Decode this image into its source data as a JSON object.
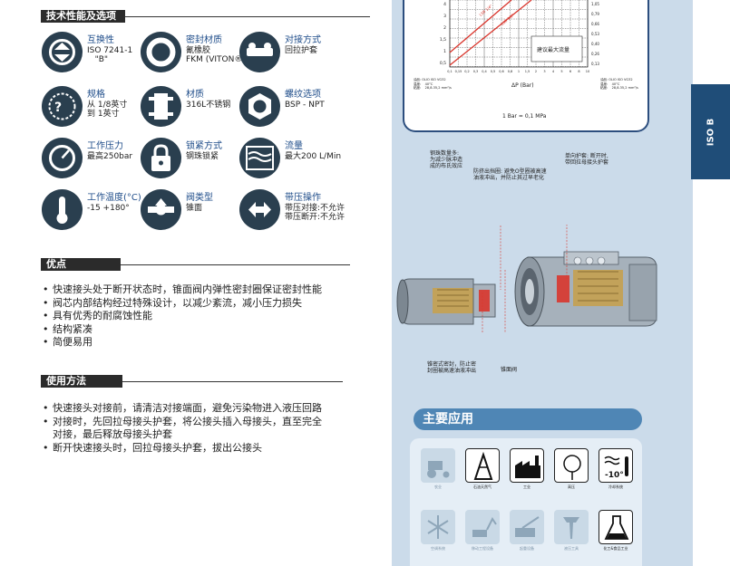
{
  "sections": {
    "specs_title": "技术性能及选项",
    "advantages_title": "优点",
    "usage_title": "使用方法"
  },
  "specs": [
    {
      "title": "互换性",
      "value": "ISO 7241-1\n   \"B\"",
      "icon": "interchange-icon"
    },
    {
      "title": "密封材质",
      "value": "氰橡胶\nFKM (VITON®)",
      "icon": "seal-ring-icon"
    },
    {
      "title": "对接方式",
      "value": "回拉护套",
      "icon": "hand-coupling-icon"
    },
    {
      "title": "规格",
      "value": "从 1/8英寸\n到 1英寸",
      "icon": "gauge-size-icon"
    },
    {
      "title": "材质",
      "value": "316L不锈钢",
      "icon": "material-icon"
    },
    {
      "title": "螺纹选项",
      "value": "BSP - NPT",
      "icon": "thread-icon"
    },
    {
      "title": "工作压力",
      "value": "最高250bar",
      "icon": "pressure-gauge-icon"
    },
    {
      "title": "锁紧方式",
      "value": "钢珠锁紧",
      "icon": "lock-icon"
    },
    {
      "title": "流量",
      "value": "最大200 L/Min",
      "icon": "flow-icon"
    },
    {
      "title": "工作温度(°C)",
      "value": "-15 +180°",
      "icon": "thermometer-icon"
    },
    {
      "title": "阀类型",
      "value": "锥面",
      "icon": "valve-icon"
    },
    {
      "title": "带压操作",
      "value": "带压对接:不允许\n带压断开:不允许",
      "icon": "pressure-op-icon"
    }
  ],
  "advantages": [
    "快速接头处于断开状态时，锥面阀内弹性密封圈保证密封性能",
    "阀芯内部结构经过特殊设计，以减少紊流，减小压力损失",
    "具有优秀的耐腐蚀性能",
    "结构紧凑",
    "简便易用"
  ],
  "usage": [
    "快速接头对接前，请清洁对接端面，避免污染物进入液压回路",
    "对接时，先回拉母接头护套，将公接头插入母接头，直至完全\n对接，最后释放母接头护套",
    "断开快速接头时，回拉母接头护套，拔出公接头"
  ],
  "graph": {
    "xlabel": "ΔP (Bar)",
    "recommend": "建议最大流量",
    "unit_note": "1 Bar = 0,1 MPa",
    "left_note": "油品: OLIO ISO VG32\n温度:    40°C\n粘度:    28,8-35,2 mm²/s",
    "right_note": "油品: OLIO ISO VG32\n温度:    40°C\n粘度:    28,8-35,2 mm²/s",
    "x_ticks": [
      "0,1",
      "0,15",
      "0,2",
      "0,3",
      "0,4",
      "0,5",
      "0,6",
      "0,8",
      "1",
      "1,5",
      "2",
      "3",
      "4",
      "5",
      "6",
      "8",
      "10"
    ],
    "y_ticks": [
      "4",
      "3",
      "2",
      "1,5",
      "1",
      "0,5"
    ],
    "right_ticks": [
      "1,05",
      "0,79",
      "0,66",
      "0,53",
      "0,40",
      "0,26",
      "0,13"
    ],
    "line_labels": [
      "LSB 1/4\"",
      "LSB 3/8\""
    ]
  },
  "callouts": {
    "balls": "钢珠数量多:\n为减少脉冲造\n成的布氏效应",
    "anti_extrusion": "防挤出挡圈: 避免O型圈被高速\n油液冲出，并防止其过早老化",
    "sleeve": "单向护套: 断开时,\n带回拉母接头护套",
    "face_seal": "锥密式密封，防止密\n封圈被高速油液冲出",
    "valve": "锥面阀"
  },
  "tab_label": "ISO B",
  "apps": {
    "title": "主要应用",
    "items": [
      {
        "label": "农业",
        "active": false,
        "icon": "tractor-icon"
      },
      {
        "label": "石油天然气",
        "active": true,
        "icon": "oil-rig-icon"
      },
      {
        "label": "工业",
        "active": true,
        "icon": "factory-icon"
      },
      {
        "label": "高压",
        "active": true,
        "icon": "high-pressure-icon"
      },
      {
        "label": "冷却系统",
        "active": true,
        "icon": "cooling-icon"
      },
      {
        "label": "空调系统",
        "active": false,
        "icon": "snowflake-icon"
      },
      {
        "label": "移动工程设备",
        "active": false,
        "icon": "excavator-icon"
      },
      {
        "label": "起重设备",
        "active": false,
        "icon": "crane-icon"
      },
      {
        "label": "液压工具",
        "active": false,
        "icon": "hydraulic-tool-icon"
      },
      {
        "label": "化工&食品工业",
        "active": true,
        "icon": "flask-icon"
      }
    ]
  },
  "colors": {
    "title_blue": "#1f4d8a",
    "panel_blue": "#cbdbea",
    "tab_blue": "#1f4d78",
    "apps_header": "#4f86b5"
  }
}
